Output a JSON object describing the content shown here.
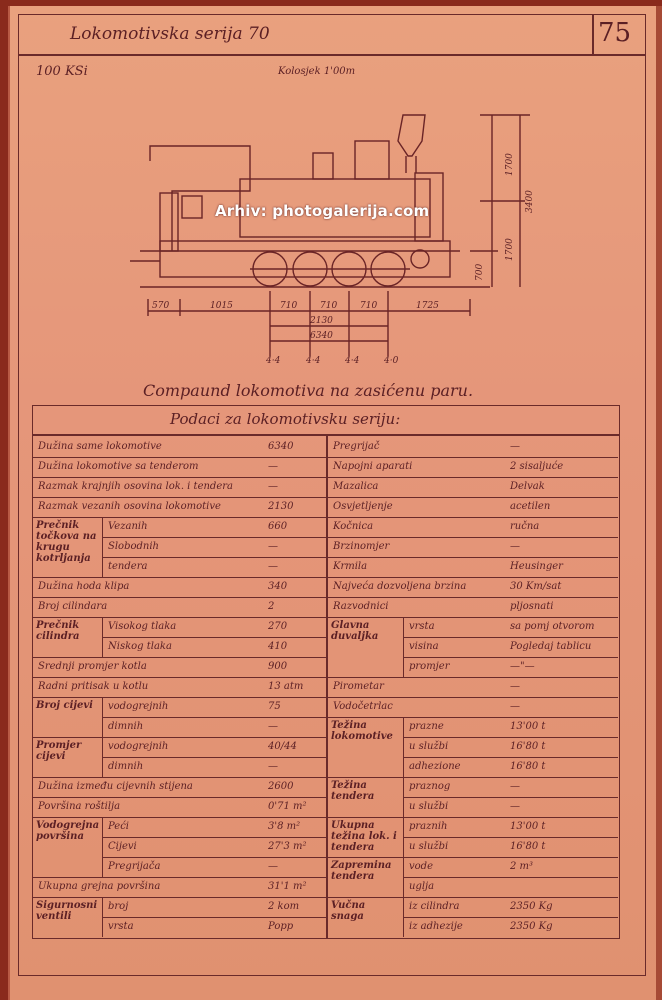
{
  "header": {
    "title": "Lokomotivska serija 70",
    "page_number": "75",
    "designation": "100 KSi",
    "gauge": "Kolosjek 1'00m"
  },
  "watermark": "Arhiv: photogalerija.com",
  "drawing": {
    "dims_bottom": [
      "570",
      "1015",
      "710",
      "710",
      "710",
      "1725"
    ],
    "dim_total_wheelbase": "2130",
    "dim_total_length": "6340",
    "dims_right": [
      "1700",
      "3400",
      "1700",
      "700"
    ],
    "axle_loads": [
      "4·4",
      "4·4",
      "4·4",
      "4·0"
    ]
  },
  "subtitle": "Compaund lokomotiva na zasićenu paru.",
  "table_title": "Podaci za lokomotivsku seriju:",
  "left_rows": [
    {
      "label": "Dužina same lokomotive",
      "value": "6340"
    },
    {
      "label": "Dužina lokomotive sa tenderom",
      "value": "—"
    },
    {
      "label": "Razmak krajnjih osovina lok. i tendera",
      "value": "—"
    },
    {
      "label": "Razmak vezanih osovina lokomotive",
      "value": "2130"
    },
    {
      "group": "Prečnik točkova na krugu kotrljanja",
      "label": "Vezanih",
      "value": "660"
    },
    {
      "label": "Slobodnih",
      "value": "—"
    },
    {
      "label": "tendera",
      "value": "—"
    },
    {
      "label": "Dužina hoda klipa",
      "value": "340"
    },
    {
      "label": "Broj cilindara",
      "value": "2"
    },
    {
      "group": "Prečnik cilindra",
      "label": "Visokog tlaka",
      "value": "270"
    },
    {
      "label": "Niskog tlaka",
      "value": "410"
    },
    {
      "label": "Srednji promjer kotla",
      "value": "900"
    },
    {
      "label": "Radni pritisak u kotlu",
      "value": "13 atm"
    },
    {
      "group": "Broj cijevi",
      "label": "vodogrejnih",
      "value": "75"
    },
    {
      "label": "dimnih",
      "value": "—"
    },
    {
      "group": "Promjer cijevi",
      "label": "vodogrejnih",
      "value": "40/44"
    },
    {
      "label": "dimnih",
      "value": "—"
    },
    {
      "label": "Dužina između cijevnih stijena",
      "value": "2600"
    },
    {
      "label": "Površina roštilja",
      "value": "0'71 m²"
    },
    {
      "group": "Vodogrejna površina",
      "label": "Peći",
      "value": "3'8 m²"
    },
    {
      "label": "Cijevi",
      "value": "27'3 m²"
    },
    {
      "label": "Pregrijača",
      "value": "—"
    },
    {
      "label": "Ukupna grejna površina",
      "value": "31'1 m²"
    },
    {
      "group": "Sigurnosni ventili",
      "label": "broj",
      "value": "2 kom"
    },
    {
      "label": "vrsta",
      "value": "Popp"
    }
  ],
  "right_rows": [
    {
      "label": "Pregrijač",
      "value": "—"
    },
    {
      "label": "Napojni aparati",
      "value": "2 sisaljuće"
    },
    {
      "label": "Mazalica",
      "value": "Delvak"
    },
    {
      "label": "Osvjetljenje",
      "value": "acetilen"
    },
    {
      "label": "Kočnica",
      "value": "ručna"
    },
    {
      "label": "Brzinomjer",
      "value": "—"
    },
    {
      "label": "Krmila",
      "value": "Heusinger"
    },
    {
      "label": "Najveća dozvoljena brzina",
      "value": "30 Km/sat"
    },
    {
      "label": "Razvodnici",
      "value": "pljosnati"
    },
    {
      "group": "Glavna duvaljka",
      "label": "vrsta",
      "value": "sa pomj otvorom"
    },
    {
      "label": "visina",
      "value": "Pogledaj tablicu"
    },
    {
      "label": "promjer",
      "value": "—\"—"
    },
    {
      "label": "Pirometar",
      "value": "—"
    },
    {
      "label": "Vodočetrlac",
      "value": "—"
    },
    {
      "group": "Težina lokomotive",
      "label": "prazne",
      "value": "13'00 t"
    },
    {
      "label": "u službi",
      "value": "16'80 t"
    },
    {
      "label": "adhezione",
      "value": "16'80 t"
    },
    {
      "group": "Težina tendera",
      "label": "praznog",
      "value": "—"
    },
    {
      "label": "u službi",
      "value": "—"
    },
    {
      "group": "Ukupna težina lok. i tendera",
      "label": "praznih",
      "value": "13'00 t"
    },
    {
      "label": "u službi",
      "value": "16'80 t"
    },
    {
      "group": "Zapremina tendera",
      "label": "vode",
      "value": "2 m³"
    },
    {
      "label": "uglja",
      "value": ""
    },
    {
      "group": "Vučna snaga",
      "label": "iz cilindra",
      "value": "2350 Kg"
    },
    {
      "label": "iz adhezije",
      "value": "2350 Kg"
    }
  ]
}
